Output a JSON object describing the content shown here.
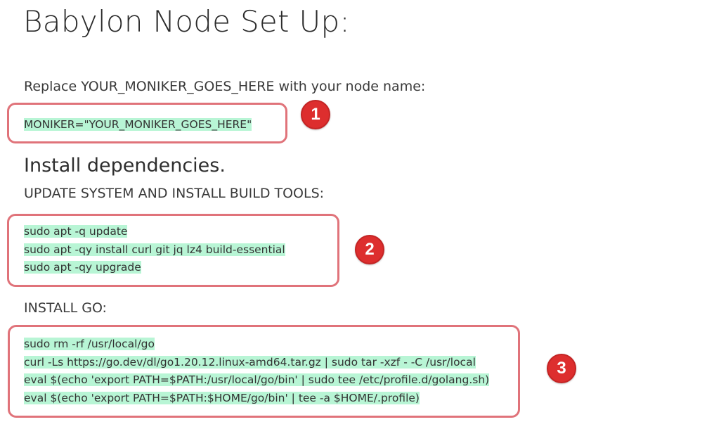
{
  "title": "Babylon Node Set Up:",
  "moniker_section": {
    "label": "Replace YOUR_MONIKER_GOES_HERE with your node name:",
    "code": [
      "MONIKER=\"YOUR_MONIKER_GOES_HERE\""
    ],
    "badge": "1"
  },
  "dependencies": {
    "heading": "Install dependencies.",
    "update_label": "UPDATE SYSTEM AND INSTALL BUILD TOOLS:",
    "update_code": [
      "sudo apt -q update",
      "sudo apt -qy install curl git jq lz4 build-essential",
      "sudo apt -qy upgrade"
    ],
    "update_badge": "2",
    "go_label": "INSTALL GO:",
    "go_code": [
      "sudo rm -rf /usr/local/go",
      "curl -Ls https://go.dev/dl/go1.20.12.linux-amd64.tar.gz | sudo tar -xzf - -C /usr/local",
      "eval $(echo 'export PATH=$PATH:/usr/local/go/bin' | sudo tee /etc/profile.d/golang.sh)",
      "eval $(echo 'export PATH=$PATH:$HOME/go/bin' | tee -a $HOME/.profile)"
    ],
    "go_badge": "3"
  },
  "colors": {
    "code_highlight": "#b8f5d5",
    "callout_border": "#e0737a",
    "badge_fill": "#dd2e2e"
  }
}
